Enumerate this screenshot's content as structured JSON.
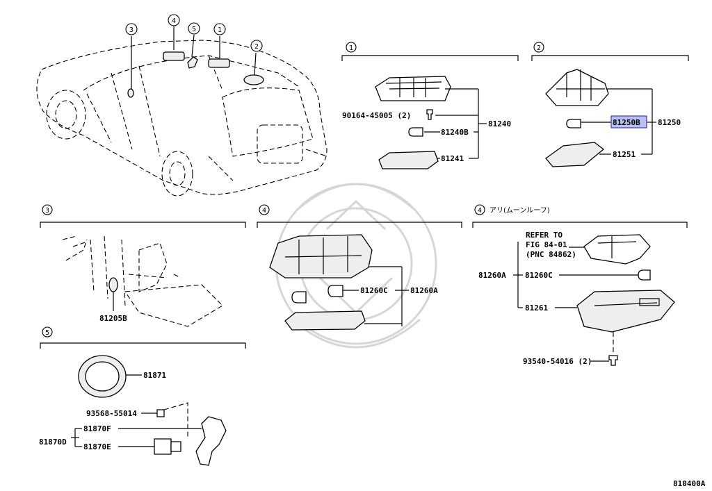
{
  "sections": {
    "s1": {
      "marker": "1",
      "parts": {
        "screw": "90164-45005 (2)",
        "bulb": "81240B",
        "lens": "81241",
        "assembly": "81240"
      }
    },
    "s2": {
      "marker": "2",
      "parts": {
        "bulb": "81250B",
        "lens": "81251",
        "assembly": "81250"
      }
    },
    "s3": {
      "marker": "3",
      "parts": {
        "bulb": "81205B"
      }
    },
    "s4a": {
      "marker": "4",
      "parts": {
        "bulb": "81260C",
        "assembly": "81260A"
      }
    },
    "s4b": {
      "marker": "4",
      "note": "アリ(ムーンルーフ)",
      "refer": [
        "REFER TO",
        "FIG 84-01",
        "(PNC 84862)"
      ],
      "parts": {
        "group": "81260A",
        "bulb": "81260C",
        "lens": "81261",
        "screw": "93540-54016 (2)"
      }
    },
    "s5": {
      "marker": "5",
      "parts": {
        "ring": "81871",
        "screw": "93568-55014",
        "upper": "81870F",
        "lower": "81870E",
        "group": "81870D"
      }
    }
  },
  "car_markers": [
    "3",
    "4",
    "5",
    "1",
    "2"
  ],
  "figure_code": "810400A",
  "highlight_color": "#b9bff0"
}
